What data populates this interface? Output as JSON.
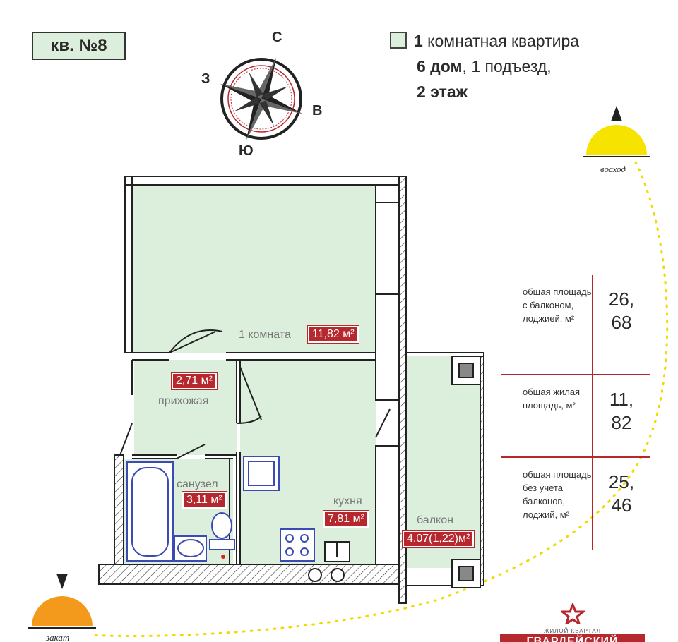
{
  "apartment_badge": "кв. №8",
  "info": {
    "rooms_bold": "1",
    "rooms_text": " комнатная квартира",
    "house_bold": "6 дом",
    "house_text": ", 1 подъезд,",
    "floor_bold": "2 этаж"
  },
  "compass": {
    "north": "С",
    "west": "З",
    "east": "В",
    "south": "Ю"
  },
  "sun": {
    "sunrise": "восход",
    "sunset": "закат"
  },
  "rooms": [
    {
      "name": "1 комната",
      "area": "11,82 м²"
    },
    {
      "name": "прихожая",
      "area": "2,71 м²"
    },
    {
      "name": "санузел",
      "area": "3,11 м²"
    },
    {
      "name": "кухня",
      "area": "7,81 м²"
    },
    {
      "name": "балкон",
      "area": "4,07(1,22)м²"
    }
  ],
  "summary": [
    {
      "label": "общая площадь с балконом, лоджией, м²",
      "value": "26, 68"
    },
    {
      "label": "общая жилая площадь, м²",
      "value": "11, 82"
    },
    {
      "label": "общая площадь без учета балконов, лоджий, м²",
      "value": "25, 46"
    }
  ],
  "logo": {
    "sub": "ЖИЛОЙ КВАРТАЛ",
    "main": "ГВАРДЕЙСКИЙ"
  },
  "colors": {
    "room": "#dcefdc",
    "accent": "#b5282e",
    "sunrise": "#f7e300",
    "sunset": "#f39a1d"
  }
}
